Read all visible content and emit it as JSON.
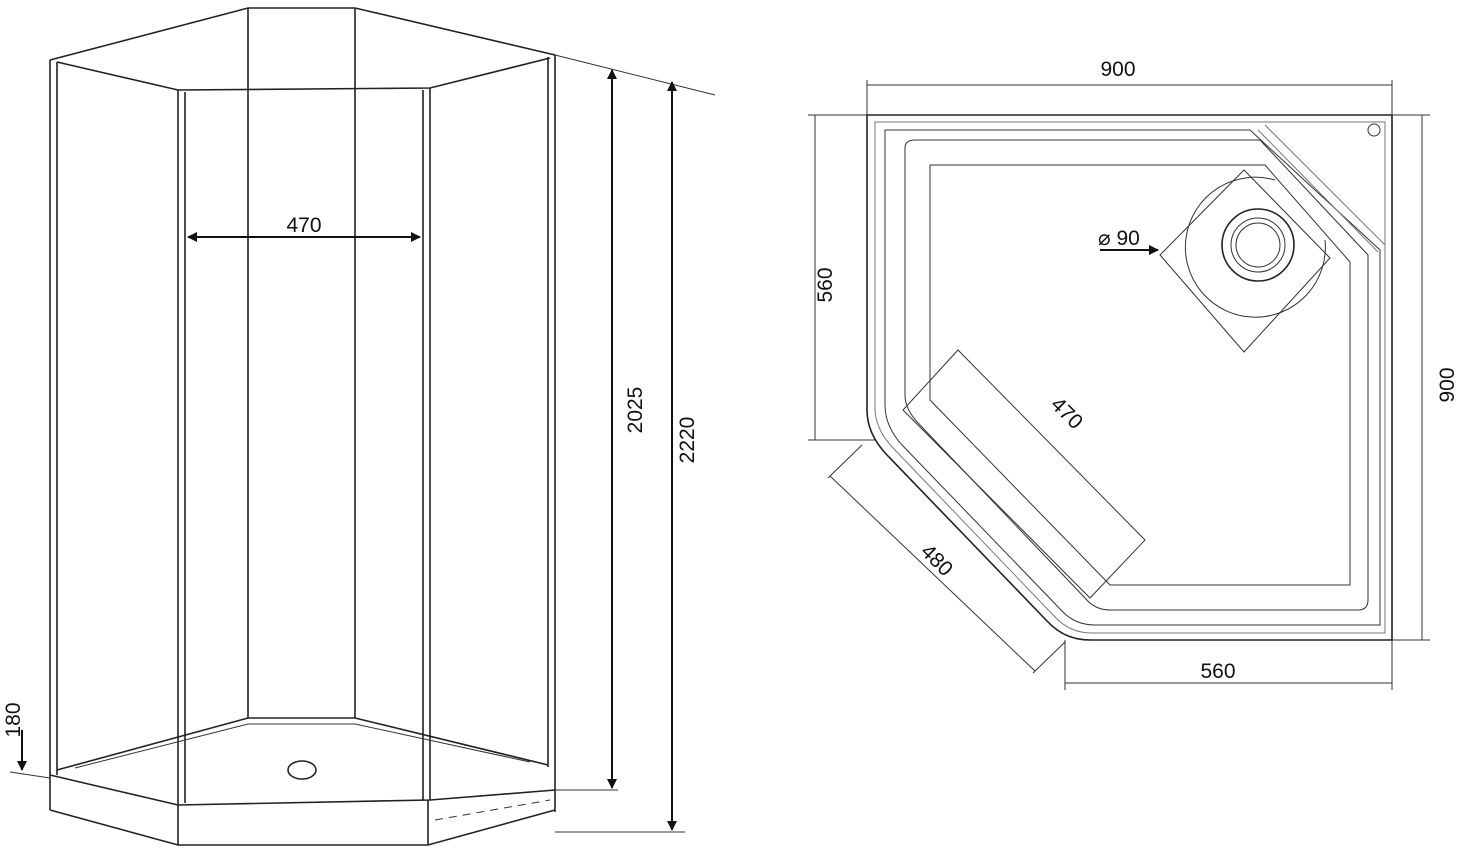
{
  "left_view": {
    "width_label": "470",
    "height_inner_label": "2025",
    "height_total_label": "2220",
    "tray_height_label": "180"
  },
  "top_view": {
    "width_top_label": "900",
    "height_right_label": "900",
    "side_left_label": "560",
    "side_bottom_label": "560",
    "diagonal_label": "480",
    "door_label": "470",
    "drain_label": "⌀ 90"
  },
  "colors": {
    "line": "#222222",
    "background": "#ffffff"
  }
}
